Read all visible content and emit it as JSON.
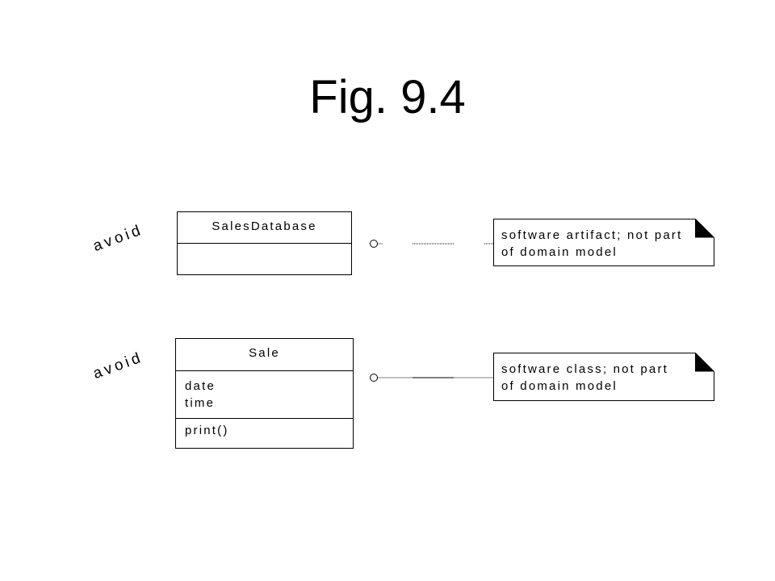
{
  "title": "Fig. 9.4",
  "labels": {
    "avoid_1": "avoid",
    "avoid_2": "avoid"
  },
  "classes": {
    "sales_database": {
      "name": "SalesDatabase",
      "attributes": [],
      "operations": []
    },
    "sale": {
      "name": "Sale",
      "attributes": [
        "date",
        "time"
      ],
      "operations": [
        "print()"
      ]
    }
  },
  "notes": {
    "note_1": [
      "software artifact; not part",
      "of domain model"
    ],
    "note_2": [
      "software class; not part",
      "of domain model"
    ]
  },
  "colors": {
    "stroke": "#000000",
    "background": "#ffffff"
  }
}
